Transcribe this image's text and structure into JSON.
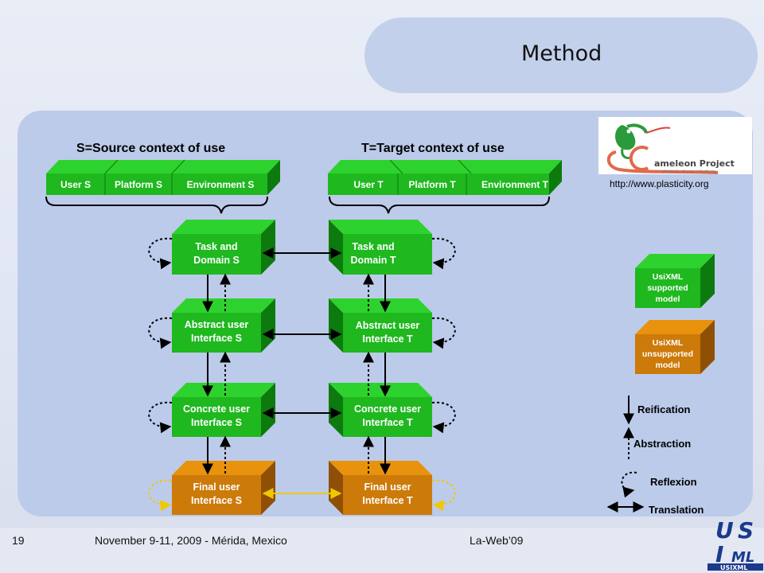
{
  "title": "Method",
  "source_heading": "S=Source context of use",
  "target_heading": "T=Target context of use",
  "source_context": [
    "User S",
    "Platform S",
    "Environment S"
  ],
  "target_context": [
    "User T",
    "Platform T",
    "Environment T"
  ],
  "source_boxes": {
    "task": [
      "Task and",
      "Domain S"
    ],
    "abstract": [
      "Abstract user",
      "Interface S"
    ],
    "concrete": [
      "Concrete user",
      "Interface S"
    ],
    "final": [
      "Final user",
      "Interface S"
    ]
  },
  "target_boxes": {
    "task": [
      "Task and",
      "Domain T"
    ],
    "abstract": [
      "Abstract user",
      "Interface T"
    ],
    "concrete": [
      "Concrete user",
      "Interface T"
    ],
    "final": [
      "Final user",
      "Interface T"
    ]
  },
  "url": "http://www.plasticity.org",
  "logo_text": [
    "ameleon Project",
    "plasticity of user interfaces"
  ],
  "legend": {
    "supported": [
      "UsiXML",
      "supported",
      "model"
    ],
    "unsupported": [
      "UsiXML",
      "unsupported",
      "model"
    ],
    "reification": "Reification",
    "abstraction": "Abstraction",
    "reflexion": "Reflexion",
    "translation": "Translation"
  },
  "footer": {
    "page": "19",
    "date": "November 9-11, 2009 - Mérida, Mexico",
    "venue": "La-Web’09"
  },
  "colors": {
    "green": "#1fb81f",
    "green_dark": "#0d7a0d",
    "orange": "#cc7a0a",
    "orange_dark": "#8f5005",
    "yellow": "#ffe14a"
  }
}
